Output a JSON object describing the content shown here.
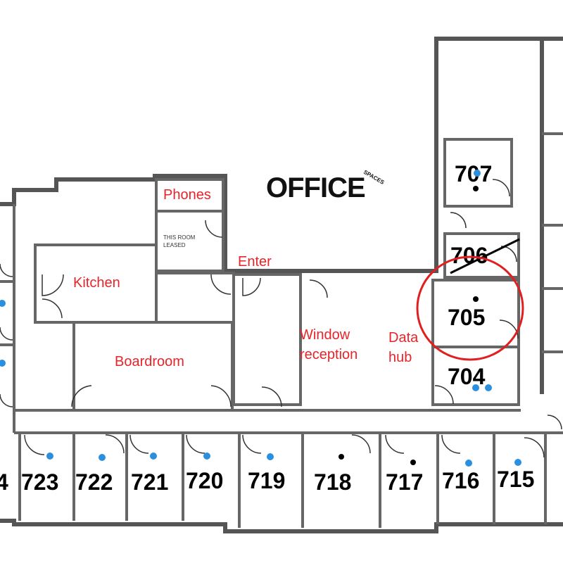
{
  "logo": {
    "main": "OFFICE",
    "sub": "SPACES"
  },
  "labels": {
    "phones": "Phones",
    "kitchen": "Kitchen",
    "boardroom": "Boardroom",
    "enter": "Enter",
    "window_reception_1": "Window",
    "window_reception_2": "reception",
    "data_hub_1": "Data",
    "data_hub_2": "hub",
    "leased_1": "THIS ROOM",
    "leased_2": "LEASED"
  },
  "rooms": {
    "r707": "707",
    "r706": "706",
    "r705": "705",
    "r704": "704",
    "r723": "723",
    "r722": "722",
    "r721": "721",
    "r720": "720",
    "r719": "719",
    "r718": "718",
    "r717": "717",
    "r716": "716",
    "r715": "715",
    "r724_partial": "4"
  },
  "colors": {
    "label_red": "#e8242a",
    "dot_blue": "#2b8fe0",
    "dot_black": "#000000",
    "highlight_circle": "#e02020",
    "wall": "#555555"
  },
  "highlight": {
    "room": "705",
    "shape": "circle"
  },
  "strikethrough": {
    "room": "706"
  }
}
